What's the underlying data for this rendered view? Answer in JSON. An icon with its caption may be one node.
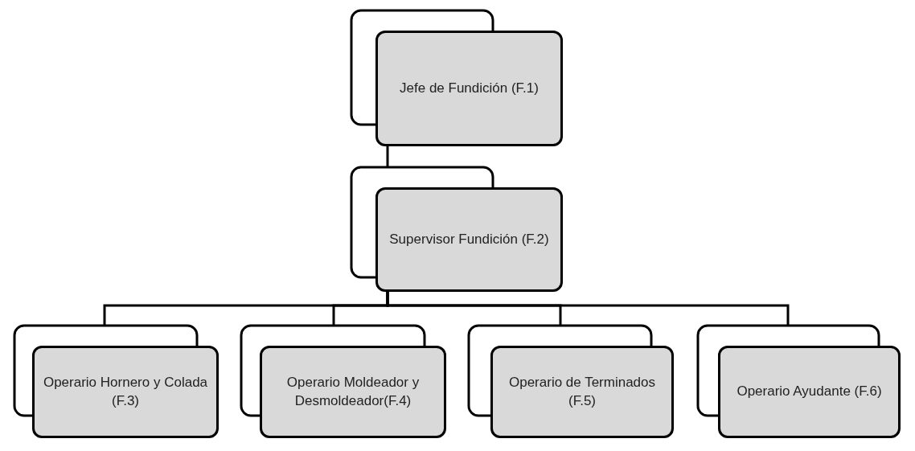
{
  "diagram": {
    "nodes": [
      {
        "text": [
          "Jefe de Fundición (F.1)"
        ]
      },
      {
        "text": [
          "Supervisor Fundición (F.2)"
        ]
      },
      {
        "text": [
          "Operario Hornero y Colada (F.3)"
        ]
      },
      {
        "text": [
          "Operario Moldeador y Desmoldeador(F.4)"
        ]
      },
      {
        "text": [
          "Operario de Terminados (F.5)"
        ]
      },
      {
        "text": [
          "Operario Ayudante (F.6)"
        ]
      }
    ],
    "edges": [
      {
        "from": 0,
        "to": 1,
        "arrow": "none"
      },
      {
        "from": 1,
        "to": 2,
        "arrow": "none"
      },
      {
        "from": 1,
        "to": 3,
        "arrow": "none"
      },
      {
        "from": 1,
        "to": 4,
        "arrow": "none"
      },
      {
        "from": 1,
        "to": 5,
        "arrow": "none"
      }
    ]
  }
}
